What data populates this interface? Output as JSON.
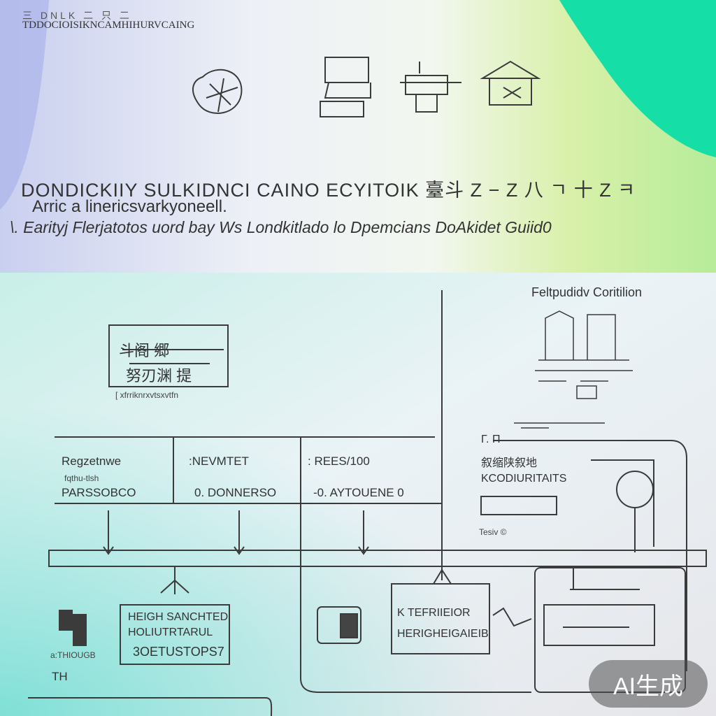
{
  "header": {
    "tiny_text": "三 DNLK 二 只 二",
    "small_text": "TDDOCIOISIKNCAMHIHURVCAING",
    "title": "DONDICKIIY SULKIDNCI CAINO ECYITOIK 臺斗 Z − Z 八 ㄱ 十 Z ㅋ",
    "subtitle": "Arric a linericsvarkyoneell.",
    "tagline": "\\. Earityj Flerjatotos uord bay Ws Londkitlado lo Dpemcians DoAkidet Guiid0"
  },
  "right_panel": {
    "title": "Feltpudidv Coritilion",
    "label_1": "Γ. Π",
    "label_2": "叙缩陕叙地",
    "label_3": "KCODIURITAITS",
    "label_4": "Tesiv ©"
  },
  "left_box": {
    "line_1": "斗阁 郷",
    "line_2": "努刃渊 提",
    "caption": "[ xfrriknrxvtsxvtfn"
  },
  "columns": [
    {
      "label": "Regzetnwe",
      "sub": "fqthu-tlsh",
      "sub2": "PARSSOBCO"
    },
    {
      "label": ":NEVMTET",
      "sub2": "0. DONNERSO"
    },
    {
      "label": ": REES/100",
      "sub2": "-0. AYTOUENE 0"
    }
  ],
  "bottom": {
    "box_1_line_1": "HEIGH SANCHTED",
    "box_1_line_2": "HOLIUTRTARUL",
    "box_1_line_3": "3OETUSTOPS7",
    "small_left": "a:THIOUGB",
    "th": "TH",
    "box_3_line_1": "K TEFRIIEIOR",
    "box_3_line_2": "HERIGHEIGAIEIB"
  },
  "badge": "AI生成",
  "colors": {
    "teal": "#15dfa7",
    "lime": "#c9e96a",
    "lavender": "#b9c2ee",
    "line": "#3b3b3b"
  }
}
